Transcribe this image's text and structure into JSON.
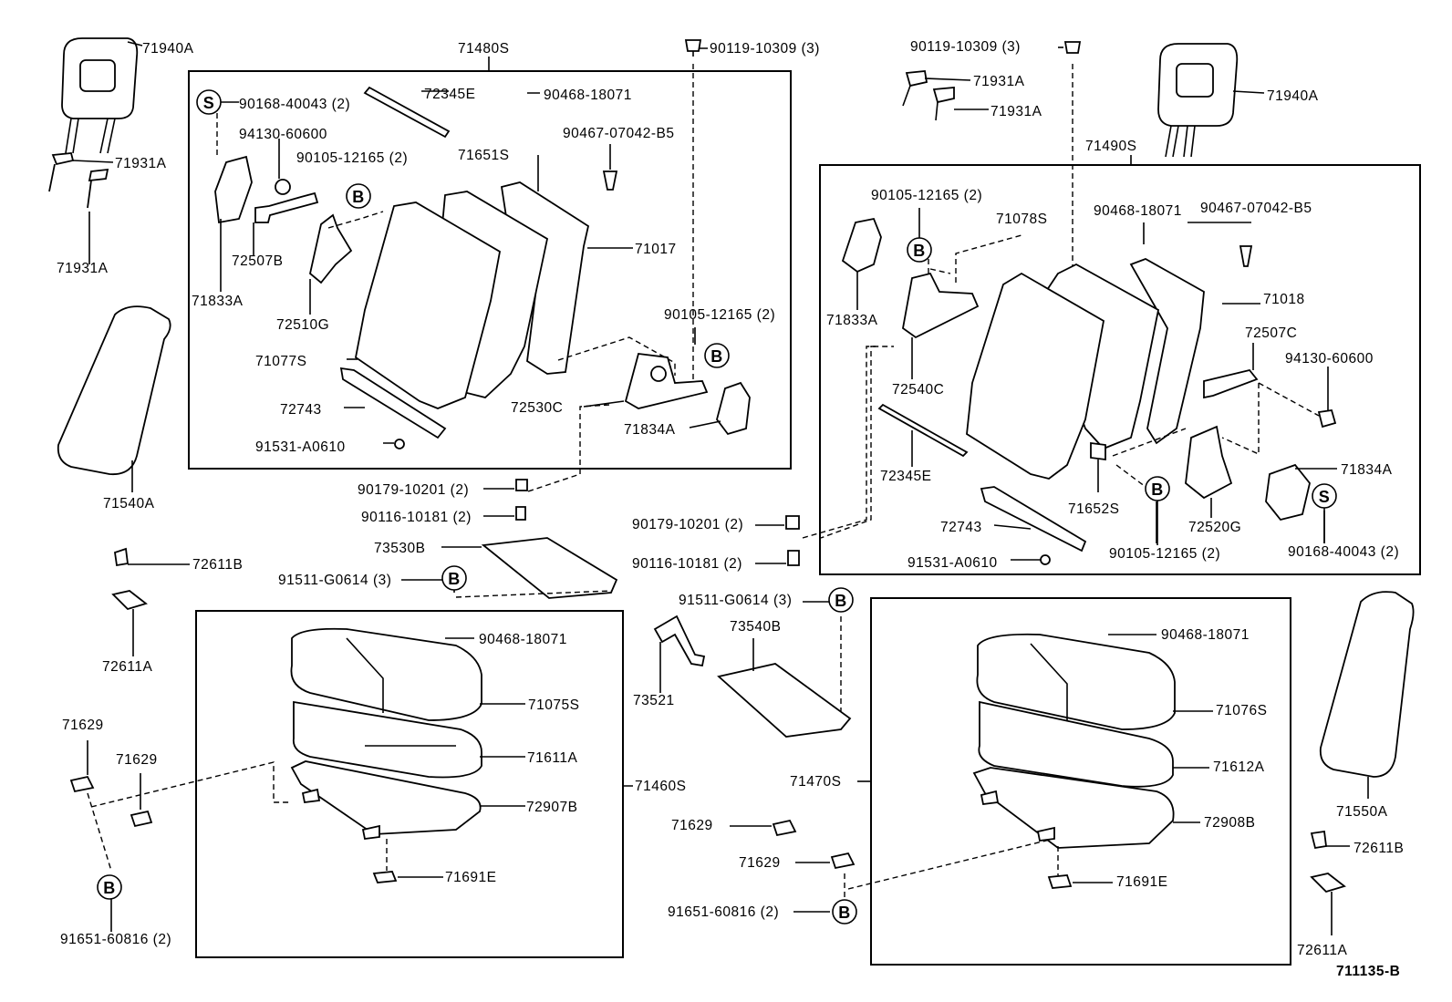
{
  "diagram": {
    "figure_code": "711135-B",
    "assemblies": {
      "left_back": "71480S",
      "right_back": "71490S",
      "left_cushion": "71460S",
      "right_cushion": "71470S"
    },
    "callout_b": "B",
    "callout_s": "S",
    "labels": {
      "headrest_l": "71940A",
      "support_l1": "71931A",
      "support_l2": "71931A",
      "armrest_l": "71540A",
      "clip_l_top": "72611B",
      "clip_l_bot": "72611A",
      "cover_l1": "71629",
      "cover_l2": "71629",
      "screw_l_bot": "91651-60816 (2)",
      "bolt_top_mid": "90119-10309 (3)",
      "screw_s_l": "90168-40043 (2)",
      "rod_l": "72345E",
      "hogring_l": "90468-18071",
      "nut_l": "94130-60600",
      "clip_l": "90467-07042-B5",
      "bolt_b_l": "90105-12165 (2)",
      "pad_l": "71651S",
      "frame_l": "71017",
      "strap_l": "72507B",
      "hingecover_l": "71833A",
      "hinge_l": "72510G",
      "bolt_b_l2": "90105-12165 (2)",
      "cover_back_l": "71077S",
      "hinge_l2": "72530C",
      "bar_l": "72743",
      "cover_hinge_l2": "71834A",
      "screw_bar_l": "91531-A0610",
      "bolt_mid_l1": "90179-10201 (2)",
      "nut_mid_l1": "90116-10181 (2)",
      "plate_l": "73530B",
      "screw_plate_l": "91511-G0614 (3)",
      "hogring_cush_l": "90468-18071",
      "cover_cush_l": "71075S",
      "pad_cush_l": "71611A",
      "frame_cush_l": "72907B",
      "pad_small_l": "71691E",
      "bracket_mid": "73521",
      "plate_r": "73540B",
      "screw_plate_r": "91511-G0614 (3)",
      "bolt_mid_r1": "90179-10201 (2)",
      "nut_mid_r1": "90116-10181 (2)",
      "cover_mid1": "71629",
      "cover_mid2": "71629",
      "screw_mid_bot": "91651-60816 (2)",
      "bolt_top_r": "90119-10309 (3)",
      "support_r1": "71931A",
      "support_r2": "71931A",
      "headrest_r": "71940A",
      "bolt_b_r": "90105-12165 (2)",
      "cover_back_r": "71078S",
      "hogring_r": "90468-18071",
      "clip_r": "90467-07042-B5",
      "hingecover_r": "71833A",
      "frame_r": "71018",
      "hinge_r": "72540C",
      "strap_r": "72507C",
      "nut_r": "94130-60600",
      "rod_r": "72345E",
      "pad_r": "71652S",
      "hinge_r2": "72520G",
      "cover_hinge_r2": "71834A",
      "screw_s_r": "90168-40043 (2)",
      "bolt_b_r2": "90105-12165 (2)",
      "bar_r": "72743",
      "screw_bar_r": "91531-A0610",
      "hogring_cush_r": "90468-18071",
      "cover_cush_r": "71076S",
      "pad_cush_r": "71612A",
      "frame_cush_r": "72908B",
      "pad_small_r": "71691E",
      "armrest_r": "71550A",
      "clip_r_top": "72611B",
      "clip_r_bot": "72611A"
    }
  }
}
